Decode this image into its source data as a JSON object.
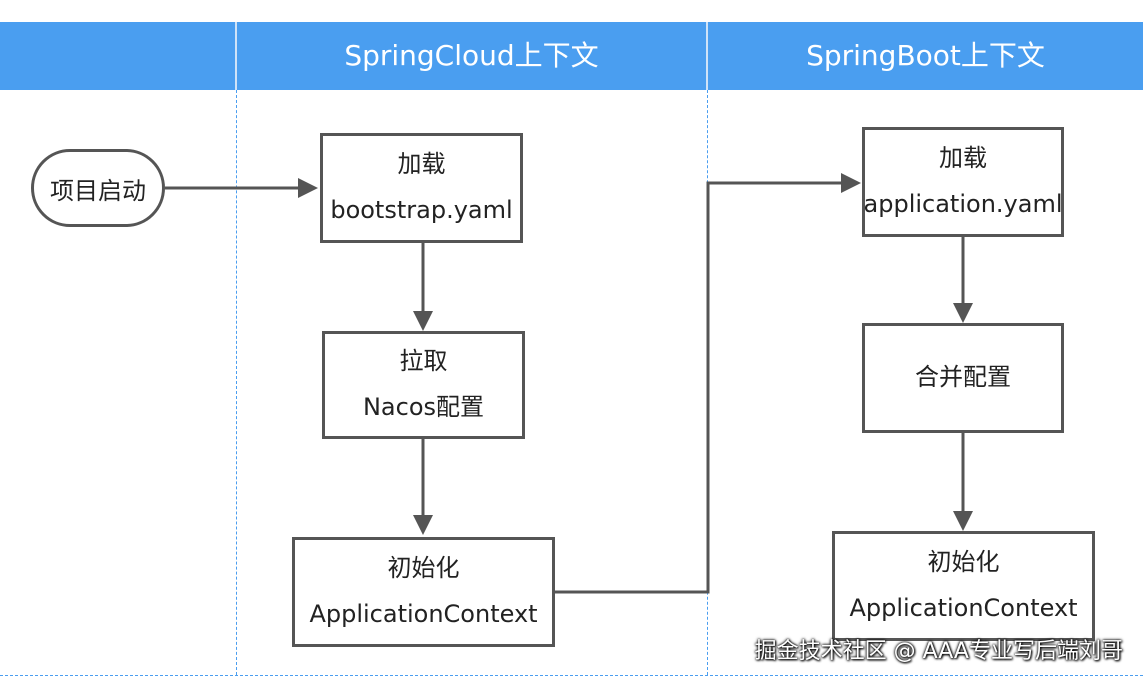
{
  "header": {
    "columns": [
      {
        "title": "SpringCloud上下文"
      },
      {
        "title": "SpringBoot上下文"
      }
    ]
  },
  "start_node": {
    "label": "项目启动"
  },
  "springcloud_steps": [
    {
      "line1": "加载",
      "line2": "bootstrap.yaml"
    },
    {
      "line1": "拉取",
      "line2": "Nacos配置"
    },
    {
      "line1": "初始化",
      "line2": "ApplicationContext"
    }
  ],
  "springboot_steps": [
    {
      "line1": "加载",
      "line2": "application.yaml"
    },
    {
      "line1": "合并配置"
    },
    {
      "line1": "初始化",
      "line2": "ApplicationContext"
    }
  ],
  "watermark": "掘金技术社区 @ AAA专业写后端刘哥",
  "colors": {
    "header_band": "#4a9ef0",
    "column_divider": "#4a9ef0",
    "box_border": "#555555",
    "arrow": "#555555"
  }
}
